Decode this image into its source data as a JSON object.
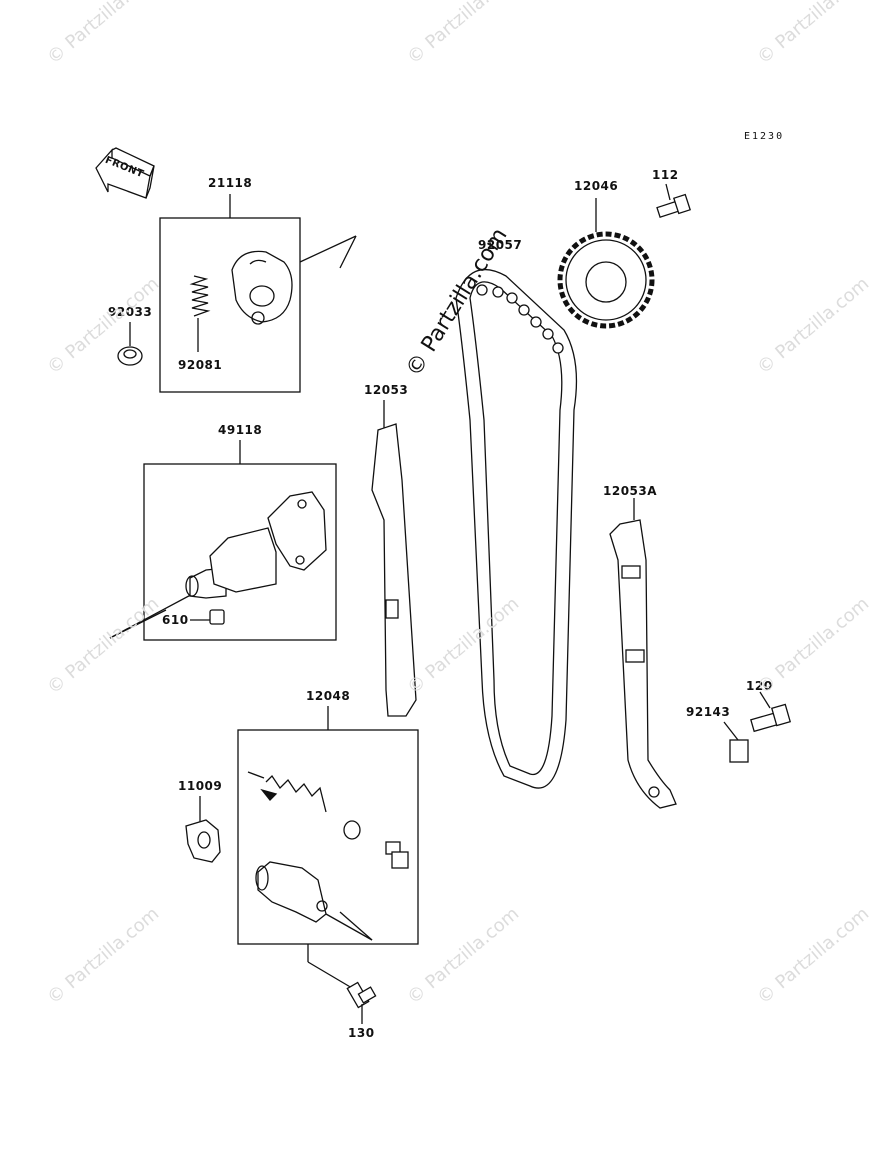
{
  "diagram": {
    "code": "E1230",
    "front_label": "FRONT",
    "watermark": "© Partzilla.com",
    "center_watermark": "© Partzilla.com",
    "parts": [
      {
        "id": "p21118",
        "number": "21118"
      },
      {
        "id": "p92033",
        "number": "92033"
      },
      {
        "id": "p92081",
        "number": "92081"
      },
      {
        "id": "p49118",
        "number": "49118"
      },
      {
        "id": "p610",
        "number": "610"
      },
      {
        "id": "p12053",
        "number": "12053"
      },
      {
        "id": "p92057",
        "number": "92057"
      },
      {
        "id": "p12046",
        "number": "12046"
      },
      {
        "id": "p112",
        "number": "112"
      },
      {
        "id": "p12053A",
        "number": "12053A"
      },
      {
        "id": "p92143",
        "number": "92143"
      },
      {
        "id": "p120",
        "number": "120"
      },
      {
        "id": "p12048",
        "number": "12048"
      },
      {
        "id": "p11009",
        "number": "11009"
      },
      {
        "id": "p130",
        "number": "130"
      }
    ]
  }
}
